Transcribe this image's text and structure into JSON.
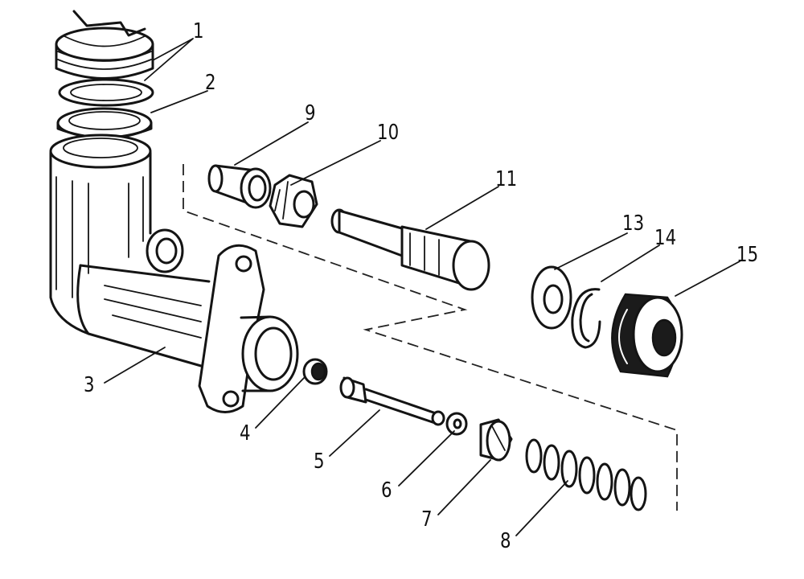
{
  "labels": {
    "l1": "1",
    "l2": "2",
    "l3": "3",
    "l4": "4",
    "l5": "5",
    "l6": "6",
    "l7": "7",
    "l8": "8",
    "l9": "9",
    "l10": "10",
    "l11": "11",
    "l13": "13",
    "l14": "14",
    "l15": "15"
  }
}
